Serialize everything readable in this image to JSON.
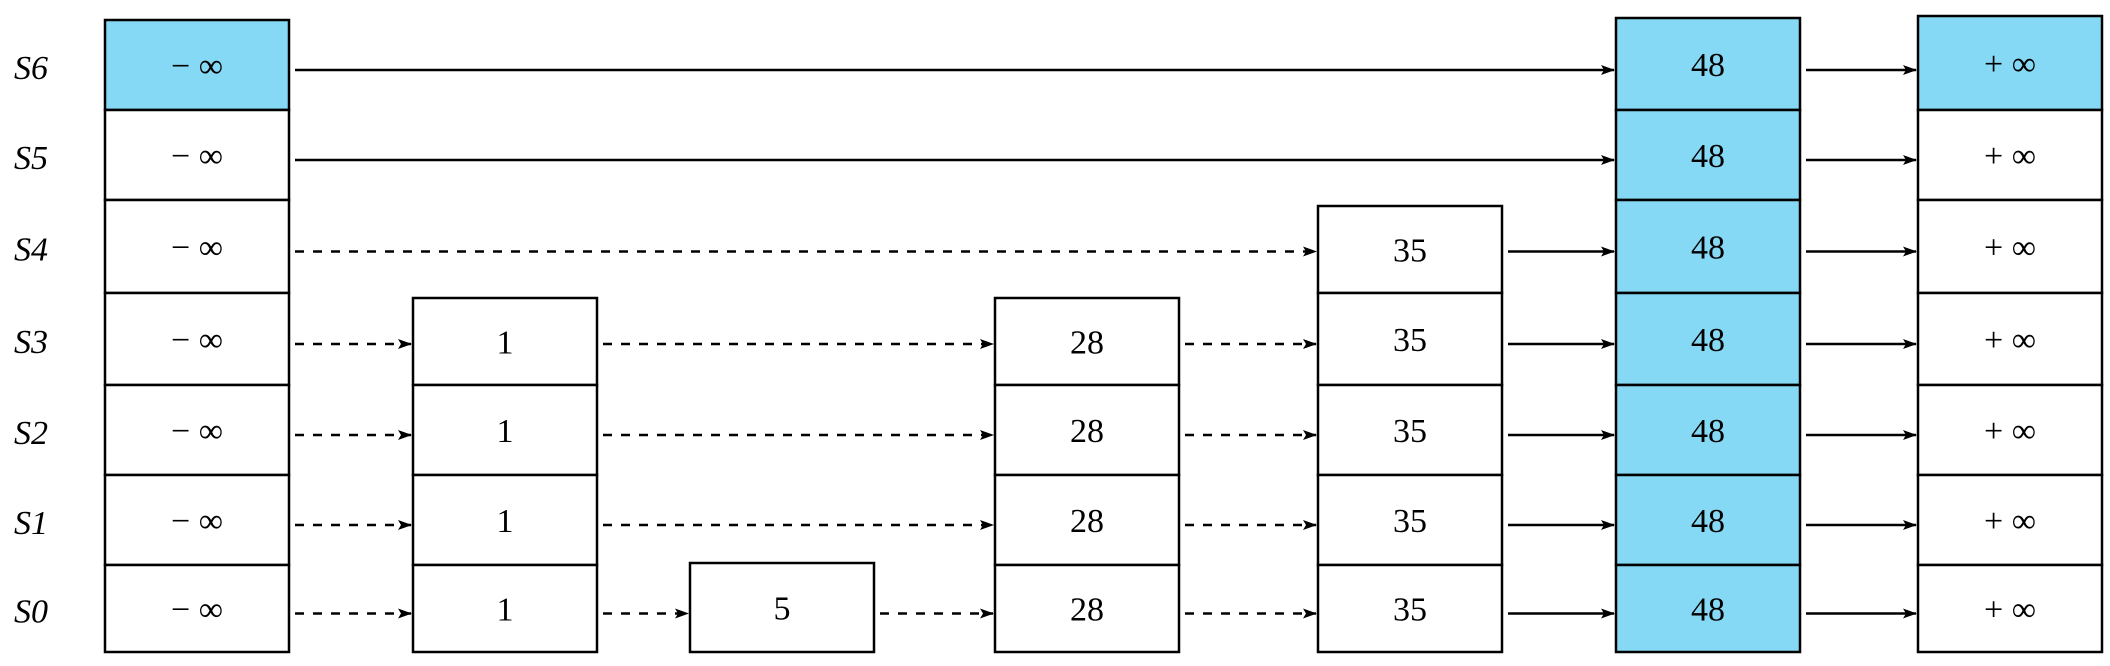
{
  "colors": {
    "highlight": "#86d9f5",
    "node_fill": "#ffffff",
    "stroke": "#000000"
  },
  "levels": [
    "S6",
    "S5",
    "S4",
    "S3",
    "S2",
    "S1",
    "S0"
  ],
  "columns": [
    {
      "key": "neg_inf",
      "label": "− ∞"
    },
    {
      "key": "k1",
      "label": "1"
    },
    {
      "key": "k5",
      "label": "5"
    },
    {
      "key": "k28",
      "label": "28"
    },
    {
      "key": "k35",
      "label": "35"
    },
    {
      "key": "k48",
      "label": "48"
    },
    {
      "key": "pos_inf",
      "label": "+ ∞"
    }
  ],
  "list": {
    "S6": [
      "neg_inf",
      "k48",
      "pos_inf"
    ],
    "S5": [
      "neg_inf",
      "k48",
      "pos_inf"
    ],
    "S4": [
      "neg_inf",
      "k35",
      "k48",
      "pos_inf"
    ],
    "S3": [
      "neg_inf",
      "k1",
      "k28",
      "k35",
      "k48",
      "pos_inf"
    ],
    "S2": [
      "neg_inf",
      "k1",
      "k28",
      "k35",
      "k48",
      "pos_inf"
    ],
    "S1": [
      "neg_inf",
      "k1",
      "k28",
      "k35",
      "k48",
      "pos_inf"
    ],
    "S0": [
      "neg_inf",
      "k1",
      "k5",
      "k28",
      "k35",
      "k48",
      "pos_inf"
    ]
  },
  "highlighted": [
    {
      "level": "S6",
      "column": "neg_inf"
    },
    {
      "level": "S6",
      "column": "k48"
    },
    {
      "level": "S6",
      "column": "pos_inf"
    },
    {
      "level": "S5",
      "column": "k48"
    },
    {
      "level": "S4",
      "column": "k48"
    },
    {
      "level": "S3",
      "column": "k48"
    },
    {
      "level": "S2",
      "column": "k48"
    },
    {
      "level": "S1",
      "column": "k48"
    },
    {
      "level": "S0",
      "column": "k48"
    }
  ],
  "dashed_links": [
    {
      "level": "S4",
      "from": "neg_inf",
      "to": "k35"
    },
    {
      "level": "S3",
      "from": "neg_inf",
      "to": "k1"
    },
    {
      "level": "S3",
      "from": "k1",
      "to": "k28"
    },
    {
      "level": "S3",
      "from": "k28",
      "to": "k35"
    },
    {
      "level": "S2",
      "from": "neg_inf",
      "to": "k1"
    },
    {
      "level": "S2",
      "from": "k1",
      "to": "k28"
    },
    {
      "level": "S2",
      "from": "k28",
      "to": "k35"
    },
    {
      "level": "S1",
      "from": "neg_inf",
      "to": "k1"
    },
    {
      "level": "S1",
      "from": "k1",
      "to": "k28"
    },
    {
      "level": "S1",
      "from": "k28",
      "to": "k35"
    },
    {
      "level": "S0",
      "from": "neg_inf",
      "to": "k1"
    },
    {
      "level": "S0",
      "from": "k1",
      "to": "k5"
    },
    {
      "level": "S0",
      "from": "k5",
      "to": "k28"
    },
    {
      "level": "S0",
      "from": "k28",
      "to": "k35"
    }
  ]
}
